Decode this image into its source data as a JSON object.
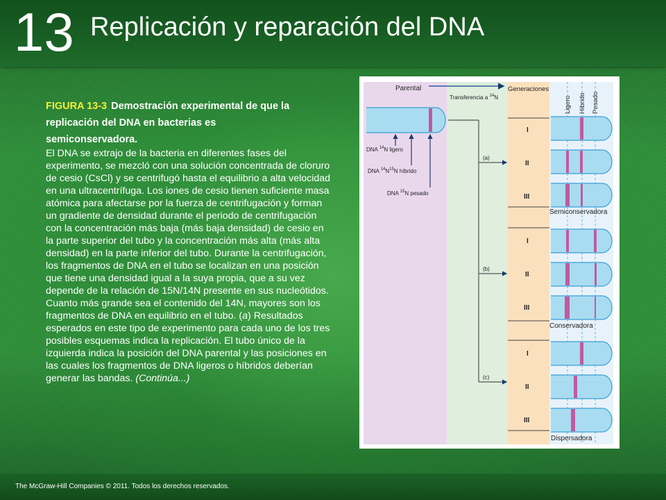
{
  "header": {
    "chapter_number": "13",
    "title": "Replicación y reparación del DNA"
  },
  "caption": {
    "figure_number": "FIGURA 13-3",
    "figure_title": "Demostración experimental de que la replicación del DNA en bacterias es semiconservadora.",
    "body_text": "El DNA se extrajo de la bacteria en diferentes fases del experimento, se mezcló con una solución concentrada de cloruro de cesio (CsCl) y se centrifugó hasta el equilibrio a alta velocidad en una ultracentrífuga. Los iones de cesio tienen suficiente masa atómica para afectarse por la fuerza de centrifugación y forman un gradiente de densidad durante el periodo de centrifugación con la concentración más baja (más baja densidad) de cesio en la parte superior del tubo y la concentración más alta (más alta densidad) en la parte inferior del tubo. Durante la centrifugación, los fragmentos de DNA en el tubo se localizan en una posición que tiene una densidad igual a la suya propia, que a su vez depende de la relación de 15N/14N presente en sus nucleótidos. Cuanto más grande sea el contenido del 14N, mayores son los fragmentos de DNA en equilibrio en el tubo. (",
    "body_italic": "a",
    "body_text_2": ") Resultados esperados en este tipo de experimento para cada uno de los tres posibles esquemas indica la replicación. El tubo único de la izquierda indica la posición del DNA parental y las posiciones en las cuales los fragmentos de DNA ligeros o híbridos deberían generar las bandas.",
    "continua": "(Continúa...)"
  },
  "figure": {
    "parental": "Parental",
    "transfer": "Transferencia a",
    "transfer_sup": "14",
    "transfer_n": "N",
    "generaciones": "Generaciones",
    "ligero": "Ligero",
    "hibrido": "Híbrido",
    "pesado": "Pesado",
    "dna_ligero": "DNA",
    "dna_ligero_sup": "14",
    "dna_ligero_rest": "N ligero",
    "dna_hibrido": "DNA",
    "dna_hibrido_sup1": "14",
    "dna_hibrido_mid": "N",
    "dna_hibrido_sup2": "15",
    "dna_hibrido_rest": "N híbrido",
    "dna_pesado": "DNA",
    "dna_pesado_sup": "15",
    "dna_pesado_rest": "N pesado",
    "branch_a": "(a)",
    "branch_b": "(b)",
    "branch_c": "(c)",
    "gen_I": "I",
    "gen_II": "II",
    "gen_III": "III",
    "model_a": "Semiconservadora",
    "model_b": "Conservadora",
    "model_c": "Dispersadora",
    "colors": {
      "tube_fill": "#a9dcf0",
      "tube_stroke": "#3aa0d8",
      "band": "#c05aa0",
      "parental_panel": "#e9d8ec",
      "transfer_panel": "#dfeedd",
      "generation_panel": "#fbe0bd"
    }
  },
  "footer": {
    "copyright": "The McGraw-Hill Companies © 2011. Todos los derechos reservados."
  }
}
